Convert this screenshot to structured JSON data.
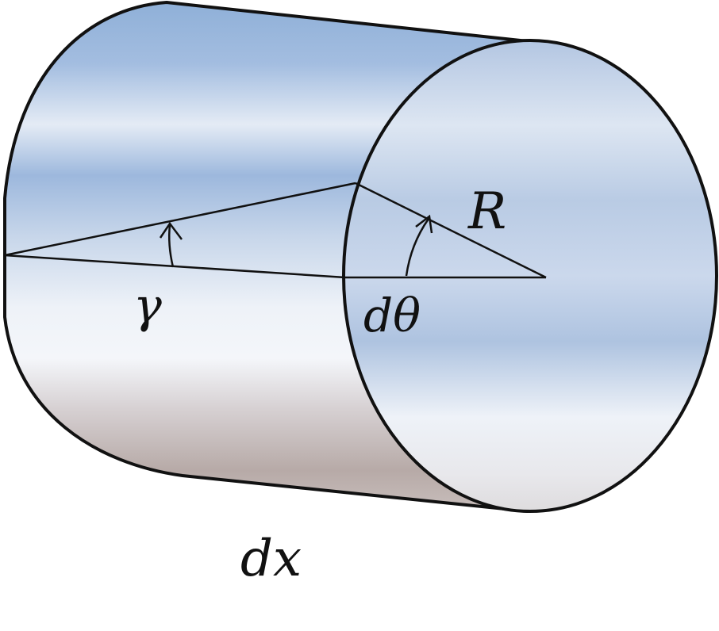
{
  "diagram": {
    "labels": {
      "radius": "R",
      "shear_strain": "γ",
      "twist_angle": "dθ",
      "length": "dx"
    },
    "colors": {
      "outline": "#111111",
      "body_top": "#8fb0d8",
      "body_light": "#eaf0f8",
      "body_bottom": "#b7aaa7",
      "face_mid": "#b9cbe4"
    }
  }
}
